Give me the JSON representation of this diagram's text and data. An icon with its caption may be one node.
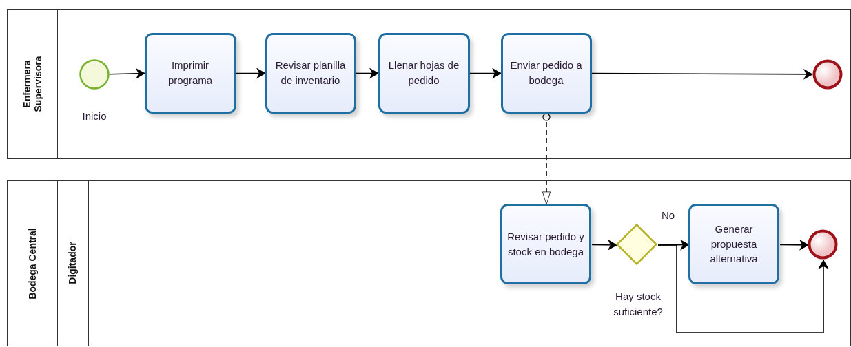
{
  "diagram": {
    "nodes": [
      {
        "text": [
          "Enfermera Supervisora"
        ]
      },
      {
        "text": [],
        "shape": "circle",
        "beside": [
          "Inicio"
        ],
        "in": 0
      },
      {
        "text": [
          "Imprimir programa"
        ],
        "in": 0
      },
      {
        "text": [
          "Revisar planilla de inventario"
        ],
        "in": 0
      },
      {
        "text": [
          "Llenar hojas de pedido"
        ],
        "in": 0
      },
      {
        "text": [
          "Enviar pedido a bodega"
        ],
        "in": 0
      },
      {
        "text": [],
        "shape": "circle",
        "in": 0
      },
      {
        "text": [
          "Bodega Central"
        ]
      },
      {
        "text": [
          "Digitador"
        ],
        "in": 7
      },
      {
        "text": [
          "Revisar pedido y stock en bodega"
        ],
        "in": 8
      },
      {
        "text": [],
        "shape": "diamond",
        "beside": [
          "Hay stock suficiente?"
        ],
        "in": 8
      },
      {
        "text": [
          "Generar propuesta alternativa"
        ],
        "in": 8
      },
      {
        "text": [],
        "shape": "circle",
        "in": 8
      }
    ],
    "edges": [
      {
        "from": 1,
        "to": 2,
        "arrow": "to"
      },
      {
        "from": 2,
        "to": 3,
        "arrow": "to"
      },
      {
        "from": 3,
        "to": 4,
        "arrow": "to"
      },
      {
        "from": 4,
        "to": 5,
        "arrow": "to"
      },
      {
        "from": 5,
        "to": 6,
        "arrow": "to"
      },
      {
        "from": 5,
        "to": 9,
        "arrow": "to",
        "style": "dashed"
      },
      {
        "from": 9,
        "to": 10,
        "arrow": "to"
      },
      {
        "from": 10,
        "to": 11,
        "arrow": "to",
        "label": "No"
      },
      {
        "from": 11,
        "to": 12,
        "arrow": "to"
      },
      {
        "from": 10,
        "to": 12,
        "arrow": "to"
      }
    ]
  }
}
